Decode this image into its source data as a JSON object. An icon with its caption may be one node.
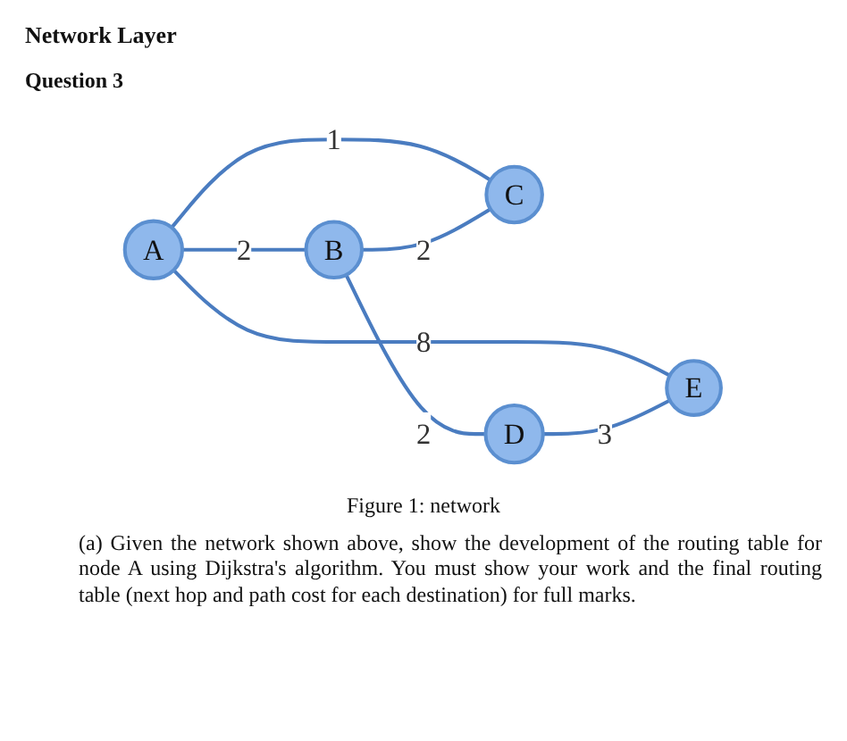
{
  "diagram": {
    "title": "Network Layer",
    "nodes": [
      {
        "text": [
          "A"
        ]
      },
      {
        "text": [
          "B"
        ]
      },
      {
        "text": [
          "C"
        ]
      },
      {
        "text": [
          "D"
        ]
      },
      {
        "text": [
          "E"
        ]
      }
    ],
    "edges": [
      {
        "from": 0,
        "to": 4,
        "arrow": "none",
        "label": "8"
      },
      {
        "from": 0,
        "to": 1,
        "arrow": "none",
        "label": "2"
      },
      {
        "from": 0,
        "to": 2,
        "arrow": "none",
        "label": "1"
      },
      {
        "from": 1,
        "to": 2,
        "arrow": "none",
        "label": "2"
      },
      {
        "from": 1,
        "to": 3,
        "arrow": "none",
        "label": "2"
      },
      {
        "from": 3,
        "to": 4,
        "arrow": "none",
        "label": "3"
      }
    ],
    "caption": "Figure 1: network",
    "labels": [
      "Question 3",
      "(a) Given the network shown above, show the development of the routing table for node A using Dijkstra's algorithm. You must show your work and the final routing table (next hop and path cost for each destination) for full marks."
    ]
  }
}
